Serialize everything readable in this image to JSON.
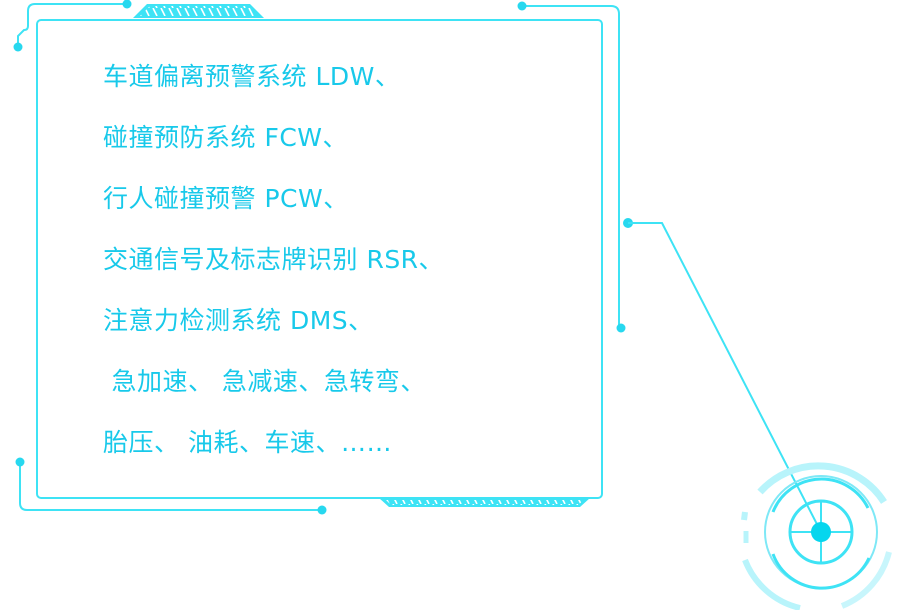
{
  "panel": {
    "items": [
      {
        "text": "车道偏离预警系统 LDW、"
      },
      {
        "text": "碰撞预防系统 FCW、"
      },
      {
        "text": "行人碰撞预警 PCW、"
      },
      {
        "text": "交通信号及标志牌识别 RSR、"
      },
      {
        "text": "注意力检测系统 DMS、"
      },
      {
        "text": " 急加速、 急减速、急转弯、"
      },
      {
        "text": "胎压、 油耗、车速、……"
      }
    ]
  },
  "colors": {
    "accent": "#18c9ea",
    "line": "#3ee3f5",
    "node": "#27d8ef",
    "target_outer": "#b8f4fb",
    "target_core": "#06d6ee"
  }
}
